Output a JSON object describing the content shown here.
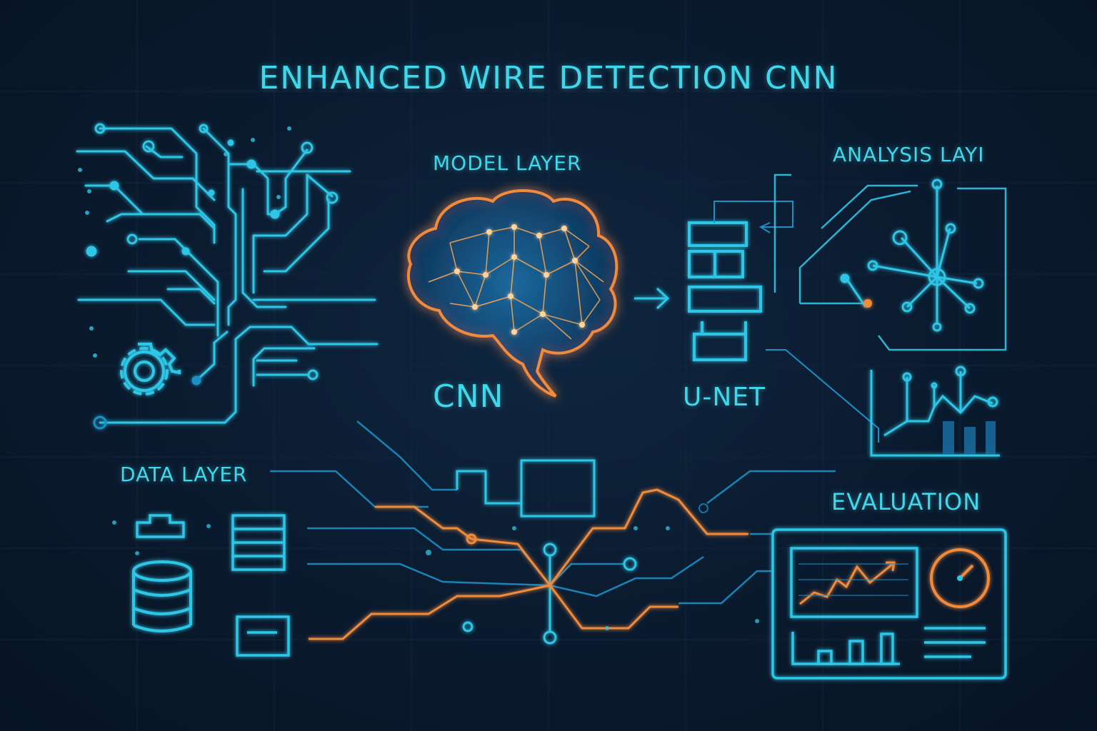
{
  "title": "ENHANCED WIRE DETECTION CNN",
  "sections": {
    "model_layer": "MODEL LAYER",
    "analysis_layer": "ANALYSIS LAYI",
    "cnn": "CNN",
    "unet": "U-NET",
    "data_layer": "DATA LAYER",
    "evaluation": "EVALUATION"
  },
  "colors": {
    "background": "#0a1a2e",
    "cyan": "#3fd8ea",
    "blue": "#1a8fc4",
    "orange": "#f08a3c"
  },
  "icons": [
    "gear-icon",
    "brain-icon",
    "database-icon",
    "table-icon",
    "chart-icon",
    "gauge-icon",
    "network-icon"
  ]
}
